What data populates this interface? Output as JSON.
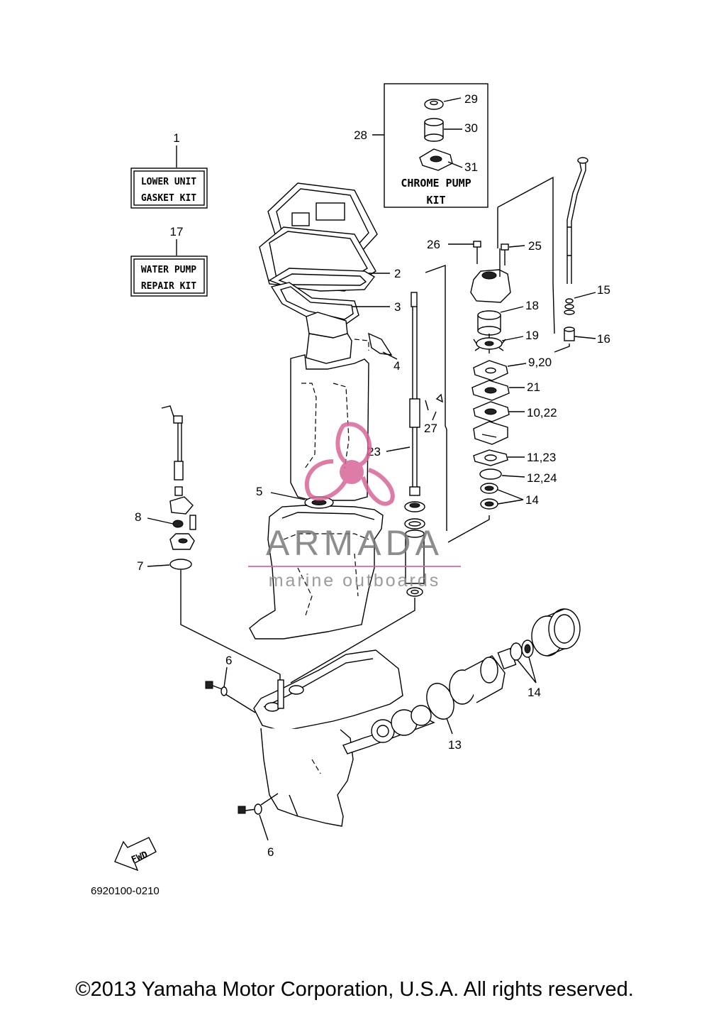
{
  "kits": {
    "lower_unit_line1": "LOWER UNIT",
    "lower_unit_line2": "GASKET KIT",
    "water_pump_line1": "WATER PUMP",
    "water_pump_line2": "REPAIR KIT",
    "chrome_pump_line1": "CHROME PUMP",
    "chrome_pump_line2": "KIT"
  },
  "callouts": {
    "c1": "1",
    "c2": "2",
    "c3": "3",
    "c4": "4",
    "c5": "5",
    "c6a": "6",
    "c6b": "6",
    "c7": "7",
    "c8": "8",
    "c9_20": "9,20",
    "c10_22": "10,22",
    "c11_23": "11,23",
    "c12_24": "12,24",
    "c13": "13",
    "c14a": "14",
    "c14b": "14",
    "c15": "15",
    "c16": "16",
    "c17": "17",
    "c18": "18",
    "c19": "19",
    "c21": "21",
    "c23": "23",
    "c25": "25",
    "c26": "26",
    "c27": "27",
    "c28": "28",
    "c29": "29",
    "c30": "30",
    "c31": "31"
  },
  "fwd_label": "FWD",
  "diagram_code": "6920100-0210",
  "watermark": {
    "brand": "ARMADA",
    "tagline": "marine outboards",
    "accent_color": "#d9669a"
  },
  "copyright": "©2013 Yamaha Motor Corporation, U.S.A. All rights reserved."
}
